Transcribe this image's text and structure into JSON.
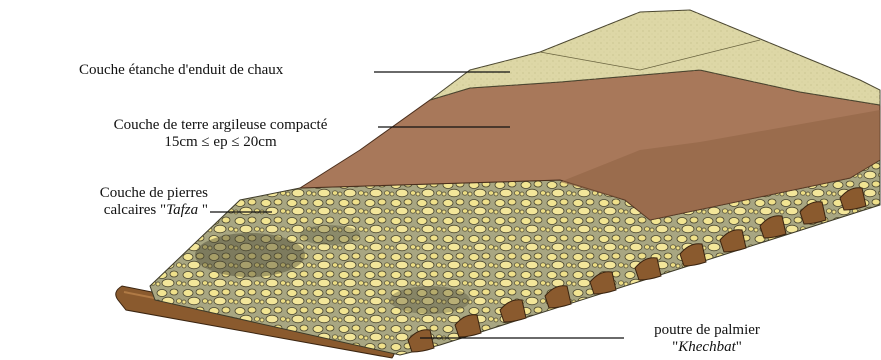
{
  "colors": {
    "lime_plaster": "#DDD7A6",
    "clay_earth": "#A8785A",
    "stone_fill": "#F2E592",
    "stone_matrix": "#A8A682",
    "palm_beam": "#8A5A2E",
    "leader_line": "#111111"
  },
  "labels": {
    "lime_layer": "Couche étanche d'enduit de chaux",
    "clay_layer_line1": "Couche de terre argileuse compacté",
    "clay_layer_line2": "15cm ≤ ep ≤ 20cm",
    "stone_layer_line1": "Couche de pierres",
    "stone_layer_line2_prefix": "calcaires \"",
    "stone_layer_line2_term": "Tafza",
    "stone_layer_line2_suffix": " \"",
    "beam_line1": "poutre de palmier",
    "beam_line2_prefix": "\"",
    "beam_line2_term": "Khechbat",
    "beam_line2_suffix": "\""
  }
}
